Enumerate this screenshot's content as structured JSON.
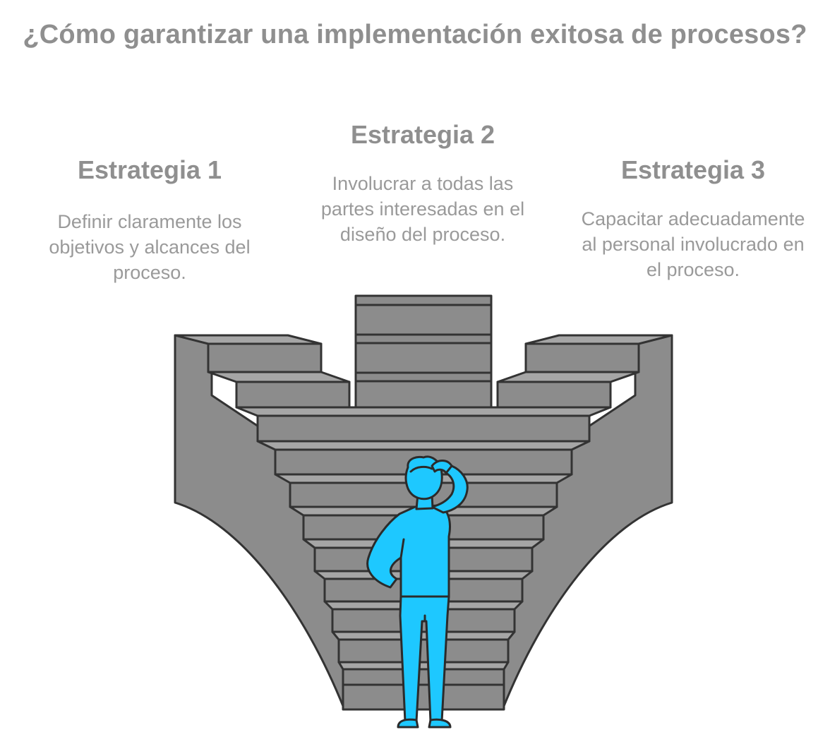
{
  "title": "¿Cómo garantizar una implementación exitosa de procesos?",
  "strategies": [
    {
      "heading": "Estrategia 1",
      "description": "Definir claramente los objetivos y alcances del proceso."
    },
    {
      "heading": "Estrategia 2",
      "description": "Involucrar a todas las partes interesadas en el diseño del proceso."
    },
    {
      "heading": "Estrategia 3",
      "description": "Capacitar adecuadamente al personal involucrado en el proceso."
    }
  ],
  "colors": {
    "text": "#8f8f8f",
    "stairs": "#8c8c8c",
    "outline": "#333333",
    "person": "#1ec8ff"
  },
  "icons": {
    "illustration": "staircase-three-paths",
    "figure": "person-thinking-icon"
  }
}
